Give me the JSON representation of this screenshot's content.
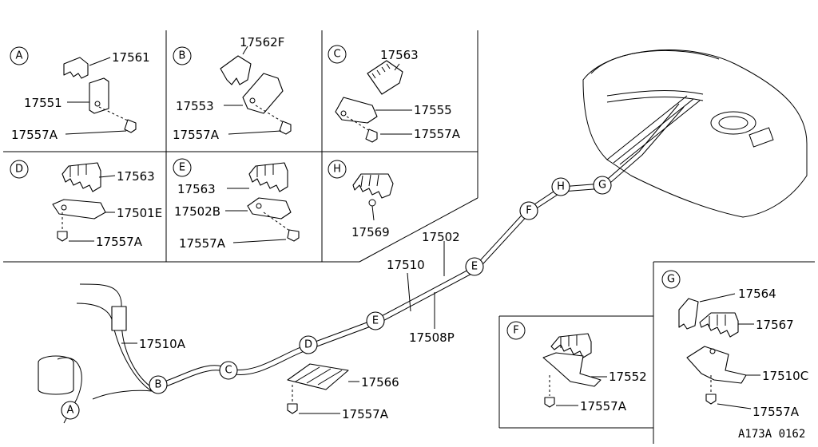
{
  "diagram_code": "A173A 0162",
  "panels": {
    "A": {
      "letter": "A",
      "parts": [
        "17561",
        "17551",
        "17557A"
      ]
    },
    "B": {
      "letter": "B",
      "parts": [
        "17562F",
        "17553",
        "17557A"
      ]
    },
    "C": {
      "letter": "C",
      "parts": [
        "17563",
        "17555",
        "17557A"
      ]
    },
    "D": {
      "letter": "D",
      "parts": [
        "17563",
        "17501E",
        "17557A"
      ]
    },
    "E": {
      "letter": "E",
      "parts": [
        "17563",
        "17502B",
        "17557A"
      ]
    },
    "H": {
      "letter": "H",
      "parts": [
        "17569"
      ]
    },
    "F": {
      "letter": "F",
      "parts": [
        "17552",
        "17557A"
      ]
    },
    "G": {
      "letter": "G",
      "parts": [
        "17564",
        "17567",
        "17510C",
        "17557A"
      ]
    }
  },
  "main": {
    "route_markers": [
      "A",
      "B",
      "C",
      "D",
      "E",
      "F",
      "G",
      "H"
    ],
    "parts": {
      "tube_1": "17510A",
      "tube_2": "17510",
      "tube_3": "17502",
      "tube_4": "17508P",
      "clip": "17566",
      "bolt": "17557A"
    }
  }
}
